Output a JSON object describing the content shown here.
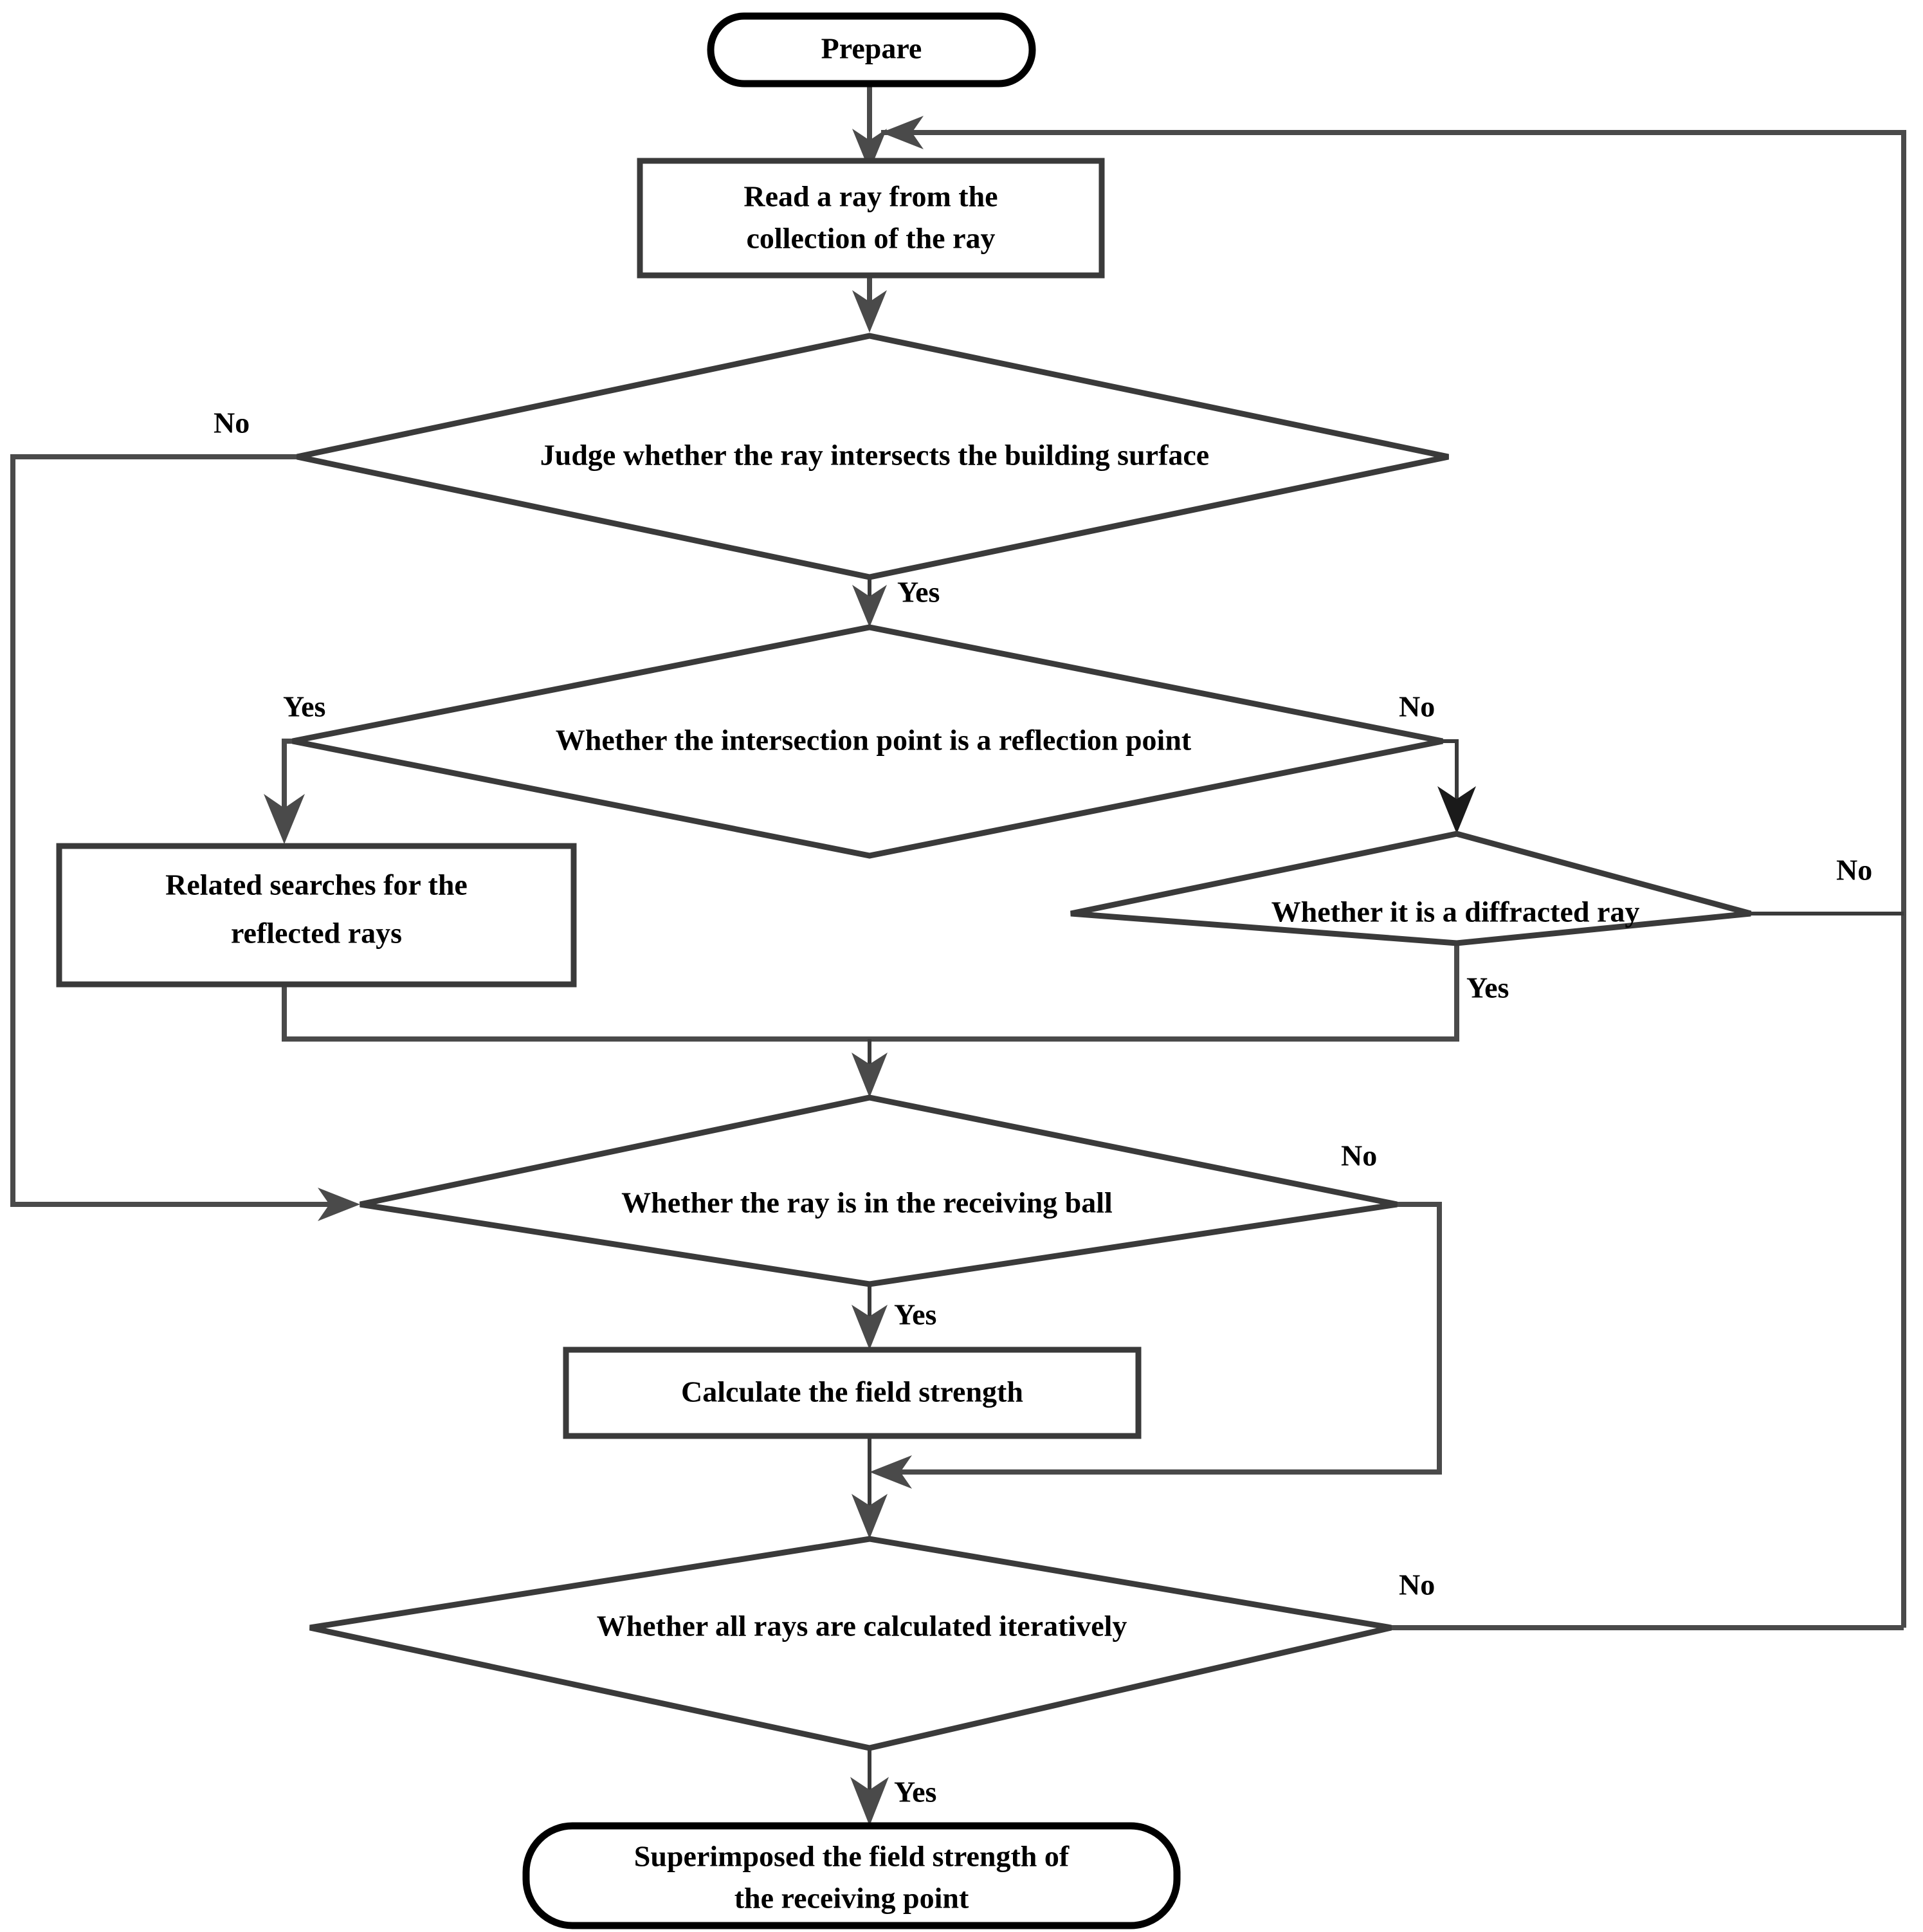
{
  "diagram": {
    "type": "flowchart",
    "title": "Ray tracing field strength calculation flowchart",
    "nodes": {
      "start": {
        "id": "start",
        "shape": "terminator",
        "label": "Prepare"
      },
      "read_ray": {
        "id": "read_ray",
        "shape": "process",
        "label_line1": "Read a ray from the",
        "label_line2": "collection of the ray"
      },
      "d_intersect": {
        "id": "d_intersect",
        "shape": "decision",
        "label": "Judge whether the ray intersects the building surface"
      },
      "d_reflection": {
        "id": "d_reflection",
        "shape": "decision",
        "label": "Whether the intersection point is a reflection point"
      },
      "related_search": {
        "id": "related_search",
        "shape": "process",
        "label_line1": "Related searches for the",
        "label_line2": "reflected rays"
      },
      "d_diffract": {
        "id": "d_diffract",
        "shape": "decision",
        "label": "Whether it is a diffracted ray"
      },
      "d_receiving": {
        "id": "d_receiving",
        "shape": "decision",
        "label": "Whether the ray is in the receiving ball"
      },
      "calc_field": {
        "id": "calc_field",
        "shape": "process",
        "label": "Calculate the field strength"
      },
      "d_iterate": {
        "id": "d_iterate",
        "shape": "decision",
        "label": "Whether all rays are calculated iteratively"
      },
      "end": {
        "id": "end",
        "shape": "terminator",
        "label_line1": "Superimposed the field strength of",
        "label_line2": "the receiving point"
      }
    },
    "edge_labels": {
      "intersect_no": "No",
      "intersect_yes": "Yes",
      "reflection_yes": "Yes",
      "reflection_no": "No",
      "diffract_no": "No",
      "diffract_yes": "Yes",
      "receiving_no": "No",
      "receiving_yes": "Yes",
      "iterate_no": "No",
      "iterate_yes": "Yes"
    },
    "colors": {
      "shape_stroke": "#3a3a3a",
      "terminal_stroke": "#000000",
      "connector": "#4a4a4a",
      "text": "#000000",
      "background": "#ffffff"
    }
  }
}
